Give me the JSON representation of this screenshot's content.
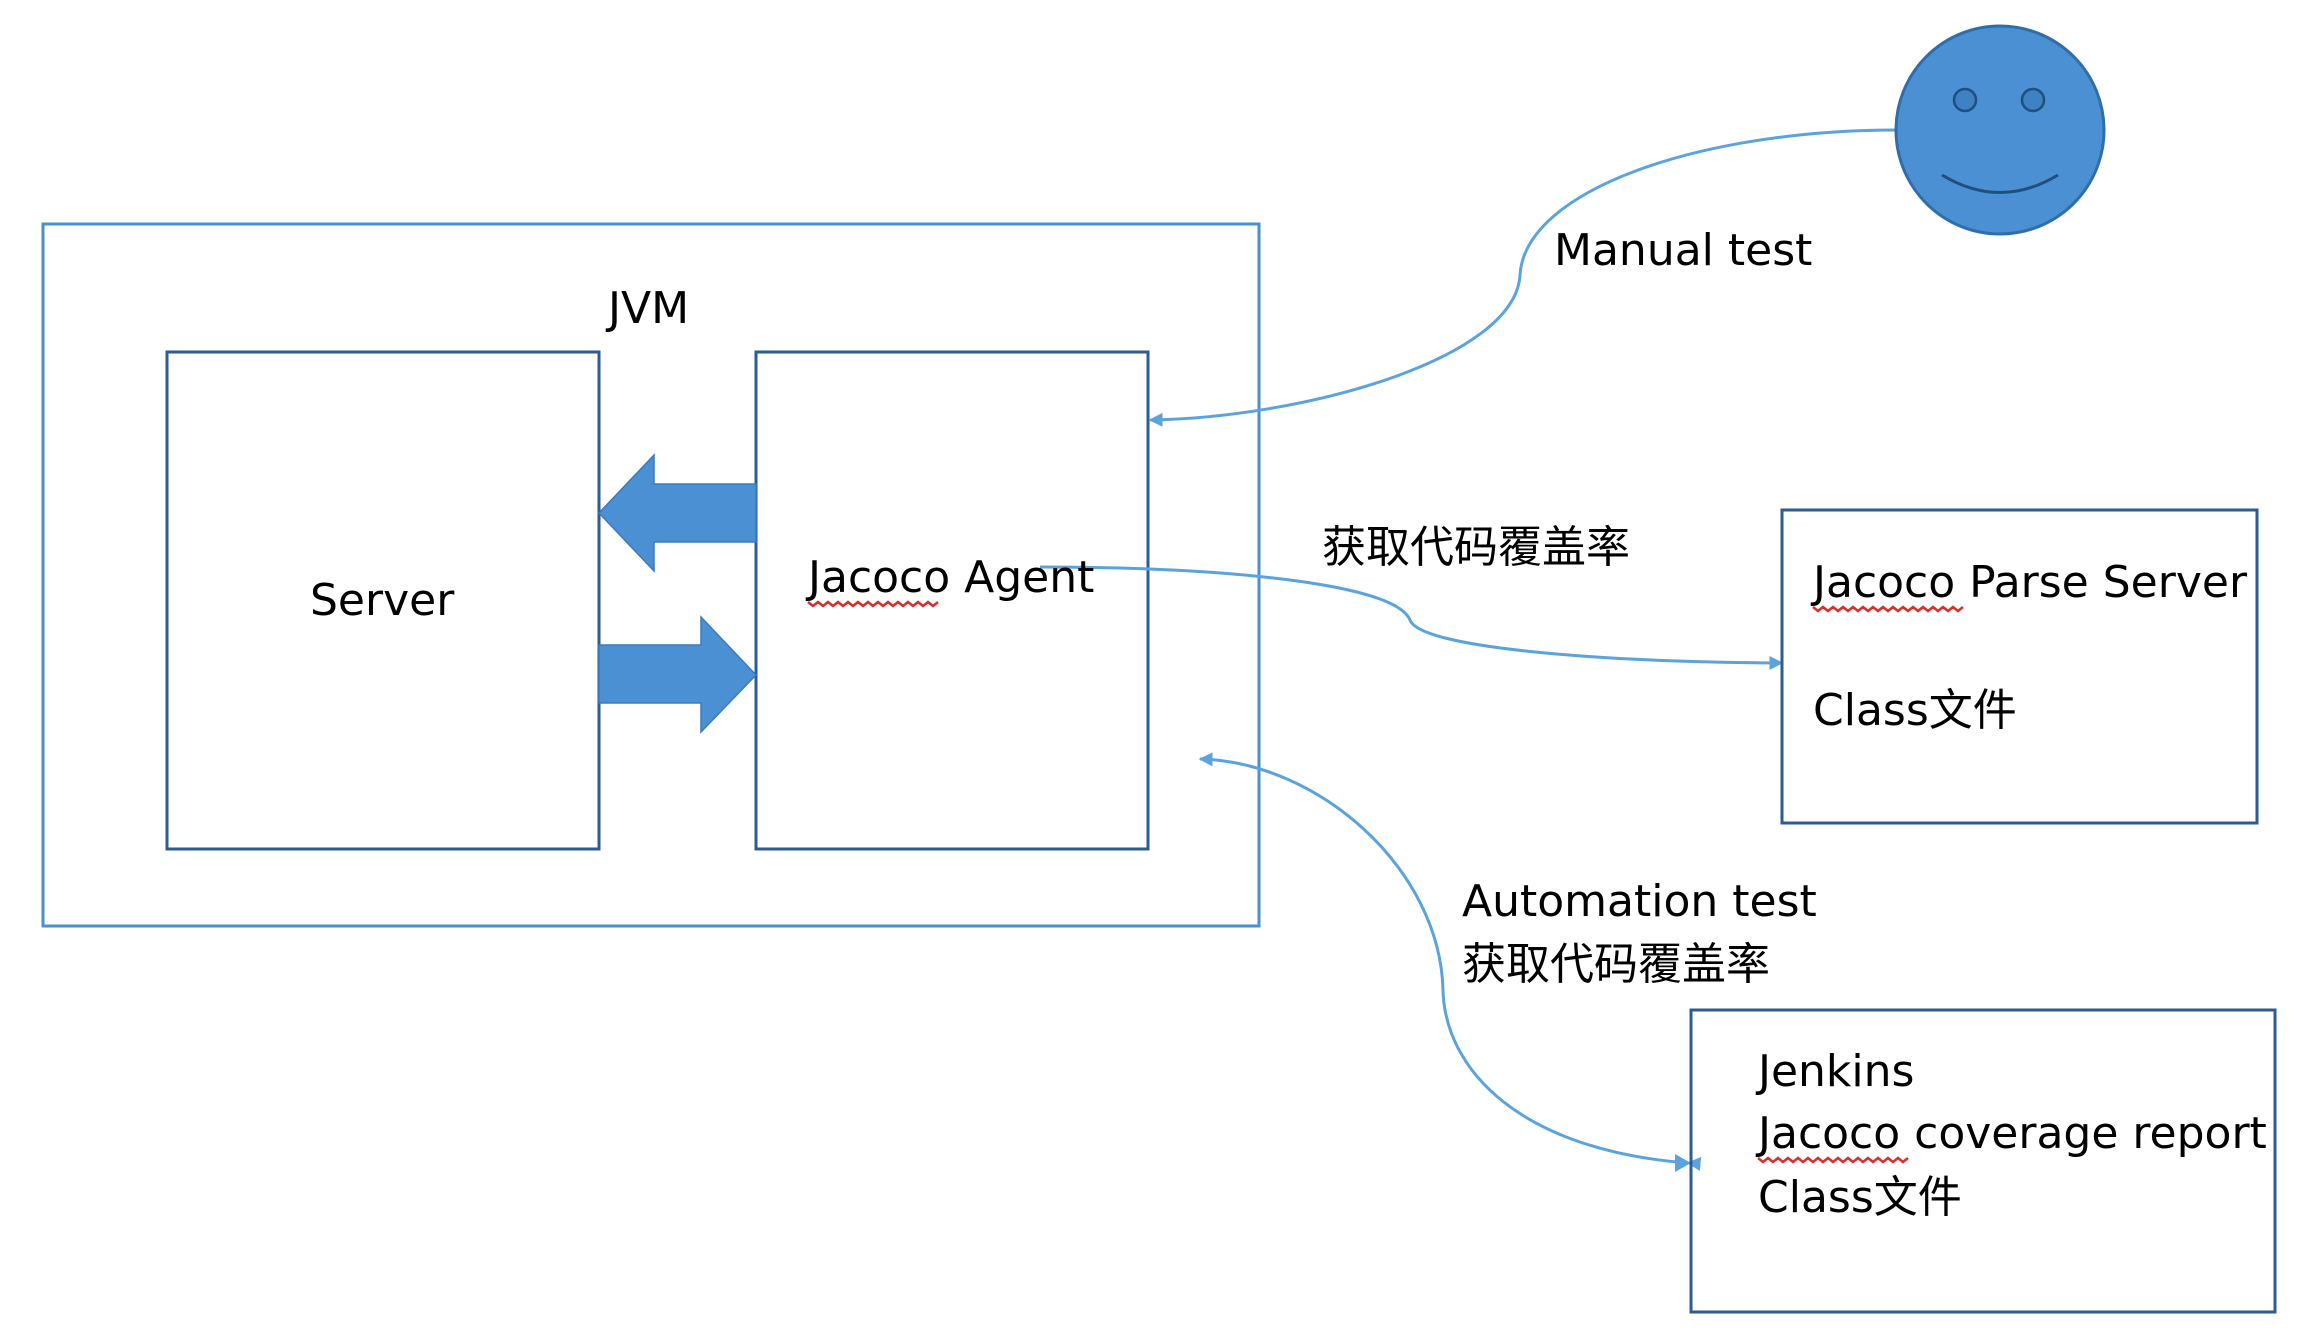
{
  "diagram": {
    "jvm_label": "JVM",
    "server_label": "Server",
    "agent_label": "Jacoco Agent",
    "manual_test_label": "Manual test",
    "coverage_label": "获取代码覆盖率",
    "automation_test_label": "Automation test",
    "automation_coverage_label": "获取代码覆盖率",
    "parse_server": {
      "title": "Jacoco Parse Server",
      "line2": "Class文件"
    },
    "jenkins": {
      "line1": "Jenkins",
      "line2": "Jacoco coverage report",
      "line3": "Class文件"
    }
  },
  "colors": {
    "box_stroke": "#2e5b90",
    "jvm_stroke": "#4a8fd0",
    "arrow_fill": "#4a90d2",
    "connector": "#5ba3dc",
    "face_fill": "#4a90d2",
    "face_stroke": "#2f6ea9",
    "face_features": "#1f4f7e",
    "spellcheck": "#d9302c"
  },
  "icons": {
    "user": "smiley-face-icon"
  }
}
